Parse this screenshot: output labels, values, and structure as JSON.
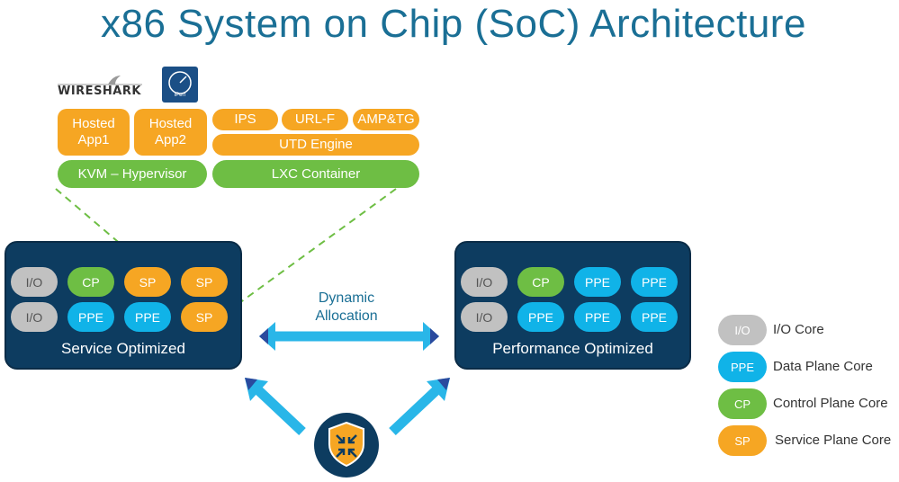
{
  "title": "x86 System on Chip (SoC) Architecture",
  "logos": {
    "wireshark": "WIRESHARK",
    "iperf": "iPerf"
  },
  "software": {
    "hosted_app1": "Hosted App1",
    "hosted_app2": "Hosted App2",
    "ips": "IPS",
    "url_f": "URL-F",
    "amp_tg": "AMP&TG",
    "utd_engine": "UTD Engine",
    "kvm": "KVM – Hypervisor",
    "lxc": "LXC Container"
  },
  "service_box": {
    "label": "Service Optimized",
    "row1": [
      "I/O",
      "CP",
      "SP",
      "SP"
    ],
    "row2": [
      "I/O",
      "PPE",
      "PPE",
      "SP"
    ]
  },
  "performance_box": {
    "label": "Performance Optimized",
    "row1": [
      "I/O",
      "CP",
      "PPE",
      "PPE"
    ],
    "row2": [
      "I/O",
      "PPE",
      "PPE",
      "PPE"
    ]
  },
  "dynamic_allocation": [
    "Dynamic",
    "Allocation"
  ],
  "legend": [
    {
      "tag": "I/O",
      "label": "I/O Core",
      "color": "#c1c1c1"
    },
    {
      "tag": "PPE",
      "label": "Data Plane Core",
      "color": "#10b3e8"
    },
    {
      "tag": "CP",
      "label": "Control Plane Core",
      "color": "#6ebe44"
    },
    {
      "tag": "SP",
      "label": "Service Plane Core",
      "color": "#f6a623"
    }
  ],
  "colors": {
    "title": "#1a6f95",
    "box": "#0d3c60",
    "orange": "#f6a623",
    "green": "#6ebe44",
    "ppe": "#10b3e8",
    "io": "#c1c1c1",
    "arrow": "#29b6e8"
  }
}
